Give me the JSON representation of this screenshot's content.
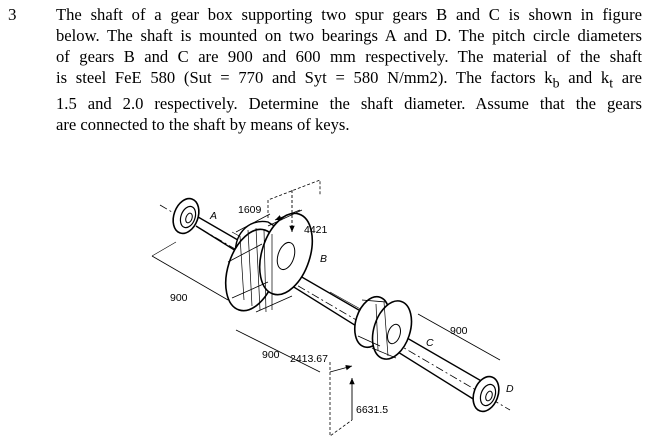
{
  "question": {
    "number": "3",
    "lines": [
      "The shaft of a gear box supporting two spur gears B and C is shown in figure",
      "below. The shaft is mounted on two bearings A and D. The pitch circle diameters",
      "of gears B and C are 900 and 600 mm respectively. The material of the shaft",
      "is steel FeE 580 (Sut = 770 and Syt = 580 N/mm2). The factors k",
      "1.5 and 2.0 respectively. Determine the shaft diameter. Assume that the gears",
      "are connected to the shaft by means of keys."
    ],
    "line4_sub1": "b",
    "line4_mid": " and k",
    "line4_sub2": "t",
    "line4_end": " are"
  },
  "figure": {
    "labels": {
      "bearing_a": "A",
      "gear_b": "B",
      "gear_c": "C",
      "bearing_d": "D"
    },
    "forces": {
      "f_1609": "1609",
      "f_4421": "4421",
      "f_2413": "2413.67",
      "f_6631": "6631.5"
    },
    "dimensions": {
      "span_ab": "900",
      "span_bc": "900",
      "span_cd": "900"
    }
  }
}
